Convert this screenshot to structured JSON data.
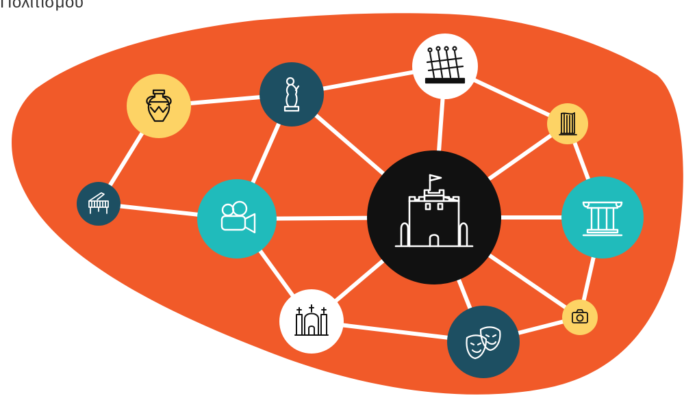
{
  "header": {
    "title": "Πολιτισμού"
  },
  "colors": {
    "background": "#ffffff",
    "blob": "#f15a29",
    "link": "#ffffff",
    "yellow": "#fdd365",
    "dark_teal": "#1d4f62",
    "teal": "#20bbbb",
    "white": "#ffffff",
    "black": "#111111",
    "icon_dark": "#111111",
    "icon_light": "#ffffff"
  },
  "nodes": [
    {
      "id": "amphora",
      "icon": "amphora-icon",
      "fill": "yellow"
    },
    {
      "id": "statue",
      "icon": "statue-icon",
      "fill": "dark_teal"
    },
    {
      "id": "dancers",
      "icon": "dancers-icon",
      "fill": "white"
    },
    {
      "id": "harp",
      "icon": "harp-icon",
      "fill": "yellow"
    },
    {
      "id": "piano",
      "icon": "piano-icon",
      "fill": "dark_teal"
    },
    {
      "id": "camera",
      "icon": "movie-camera-icon",
      "fill": "teal"
    },
    {
      "id": "tower",
      "icon": "white-tower-icon",
      "fill": "black"
    },
    {
      "id": "column",
      "icon": "column-icon",
      "fill": "teal"
    },
    {
      "id": "church",
      "icon": "church-icon",
      "fill": "white"
    },
    {
      "id": "masks",
      "icon": "theatre-masks-icon",
      "fill": "dark_teal"
    },
    {
      "id": "photo",
      "icon": "photo-camera-icon",
      "fill": "yellow"
    }
  ],
  "links": [
    [
      "amphora",
      "statue"
    ],
    [
      "amphora",
      "piano"
    ],
    [
      "statue",
      "dancers"
    ],
    [
      "statue",
      "camera"
    ],
    [
      "statue",
      "tower"
    ],
    [
      "dancers",
      "harp"
    ],
    [
      "dancers",
      "tower"
    ],
    [
      "harp",
      "tower"
    ],
    [
      "harp",
      "column"
    ],
    [
      "piano",
      "camera"
    ],
    [
      "camera",
      "tower"
    ],
    [
      "camera",
      "church"
    ],
    [
      "tower",
      "column"
    ],
    [
      "tower",
      "church"
    ],
    [
      "tower",
      "masks"
    ],
    [
      "tower",
      "photo"
    ],
    [
      "column",
      "photo"
    ],
    [
      "church",
      "masks"
    ],
    [
      "masks",
      "photo"
    ]
  ]
}
